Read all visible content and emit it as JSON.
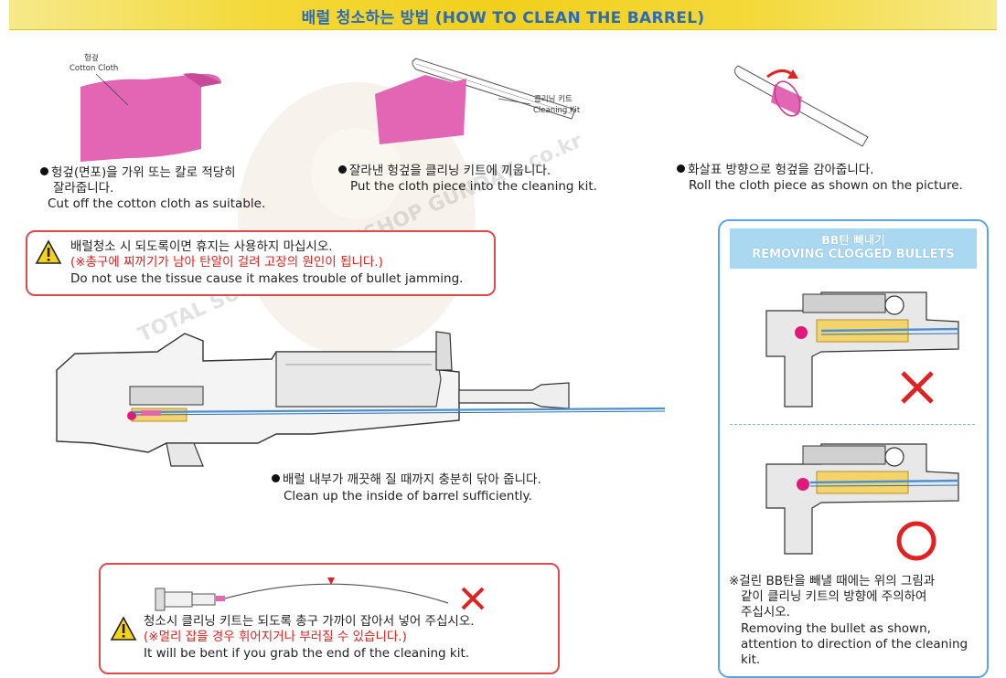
{
  "header": {
    "title": "배럴 청소하는 방법 (HOW TO CLEAN THE BARREL)"
  },
  "steps": [
    {
      "callout_ko": "헝겊",
      "callout_en": "Cotton Cloth",
      "text_ko_line1": "헝겊(면포)을 가위 또는 칼로 적당히",
      "text_ko_line2": "잘라줍니다.",
      "text_en": "Cut off the cotton cloth as suitable."
    },
    {
      "callout_ko": "클리닝 키트",
      "callout_en": "Cleaning Kit",
      "text_ko": "잘라낸 헝겊을 클리닝 키트에 끼웁니다.",
      "text_en": "Put the cloth piece into the cleaning kit."
    },
    {
      "text_ko": "화살표 방향으로 헝겊을 감아줍니다.",
      "text_en": "Roll the cloth piece as shown on the picture."
    }
  ],
  "warning1": {
    "line1": "배럴청소 시 되도록이면 휴지는 사용하지 마십시오.",
    "line2": "(※총구에 찌꺼기가 남아 탄알이 걸려 고장의 원인이 됩니다.)",
    "line3": "Do not use the tissue cause it makes trouble of bullet jamming."
  },
  "clean_step": {
    "text_ko": "배럴 내부가 깨끗해 질 때까지 충분히 닦아 줍니다.",
    "text_en": "Clean up the inside of barrel sufficiently."
  },
  "warning2": {
    "line1": "청소시 클리닝 키트는 되도록 총구 가까이 잡아서 넣어 주십시오.",
    "line2": "(※멀리 잡을 경우 휘어지거나 부러질 수 있습니다.)",
    "line3": "It will be bent if you grab the end of the cleaning kit."
  },
  "bb_panel": {
    "title_ko": "BB탄 빼내기",
    "title_en": "REMOVING CLOGGED BULLETS",
    "note_ko_line1": "※걸린 BB탄을 빼낼 때에는 위의 그림과",
    "note_ko_line2": "같이 클리닝 키트의 방향에 주의하여",
    "note_ko_line3": "주십시오.",
    "note_en_line1": "Removing the bullet as shown,",
    "note_en_line2": "attention to direction of the cleaning",
    "note_en_line3": "kit."
  },
  "watermark": "TOTAL SURVIVAL GUNSHOP GUNDAY .co.kr",
  "colors": {
    "title_text": "#2b6bb8",
    "title_bar": "#f2cf1c",
    "cloth": "#e266b4",
    "warning_border": "#e04a4a",
    "warning_red_text": "#e0201f",
    "panel_border": "#5aa6e2",
    "panel_header": "#a9d8f0",
    "cross_red": "#e02222",
    "rod_blue": "#4a90d6"
  },
  "icons": [
    "warning-icon",
    "cross-icon",
    "circle-ok-icon",
    "rotate-arrow-icon"
  ]
}
